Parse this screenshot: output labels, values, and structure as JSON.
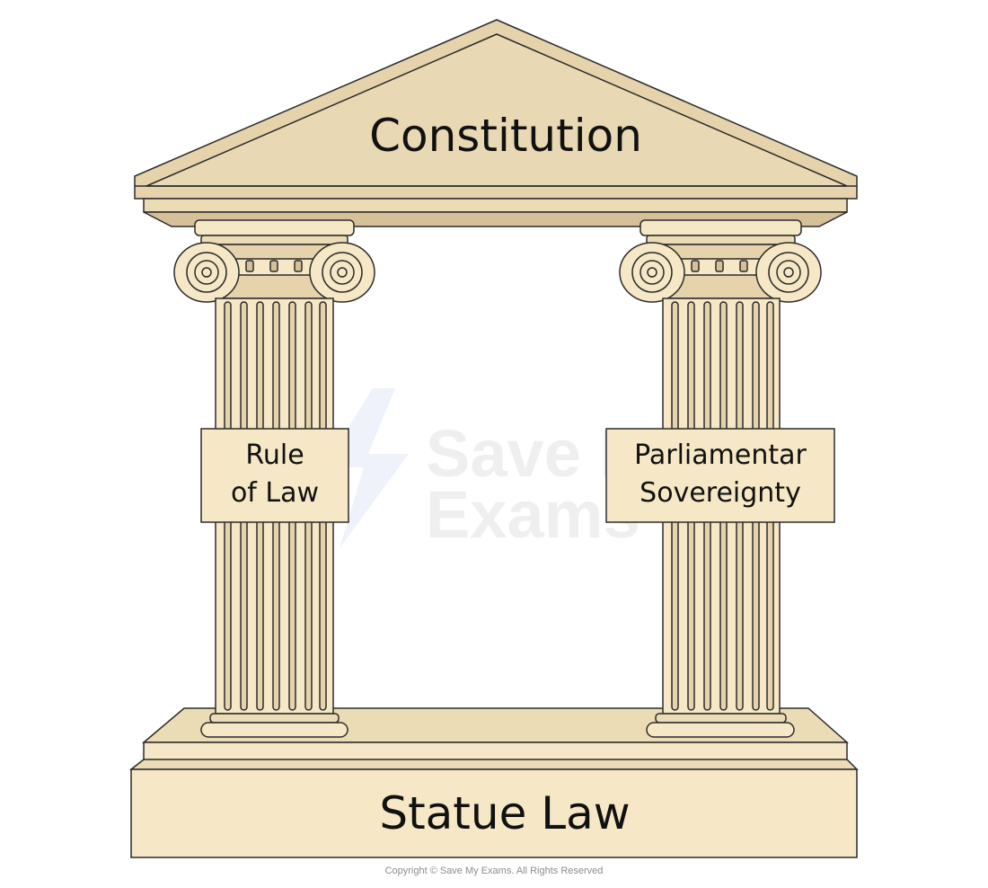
{
  "diagram": {
    "roof_label": "Constitution",
    "left_pillar_label": [
      "Rule",
      "of Law"
    ],
    "right_pillar_label": [
      "Parliamentar",
      "Sovereignty"
    ],
    "base_label": "Statue Law"
  },
  "watermark": {
    "line1": "Save My",
    "line2": "Exams"
  },
  "footer": {
    "copyright": "Copyright © Save My Exams. All Rights Reserved"
  },
  "colors": {
    "roof_fill": "#e6d3ac",
    "stone_light": "#f6e8c6",
    "stone_mid": "#ecdcb6",
    "stone_dark": "#d6c098",
    "outline": "#2b2b2b"
  }
}
